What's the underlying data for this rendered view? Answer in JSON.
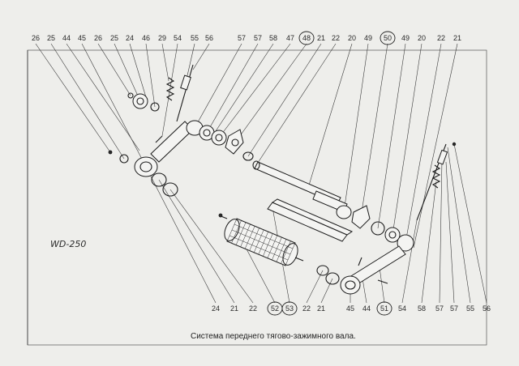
{
  "model_label": "WD-250",
  "caption": "Система переднего тягово-зажимного вала.",
  "top_numbers": [
    "26",
    "25",
    "44",
    "45",
    "26",
    "25",
    "24",
    "46",
    "29",
    "54",
    "55",
    "56",
    "57",
    "57",
    "58",
    "47",
    "48",
    "21",
    "22",
    "20",
    "49",
    "50",
    "49",
    "20",
    "22",
    "21"
  ],
  "bottom_numbers": [
    "24",
    "21",
    "22",
    "52",
    "53",
    "22",
    "21",
    "45",
    "44",
    "51",
    "54",
    "58",
    "57",
    "57",
    "55",
    "56"
  ],
  "circled": [
    "48",
    "50",
    "52",
    "53",
    "51"
  ],
  "colors": {
    "paper": "#eeeeeb",
    "ink": "#1c1c1c"
  }
}
